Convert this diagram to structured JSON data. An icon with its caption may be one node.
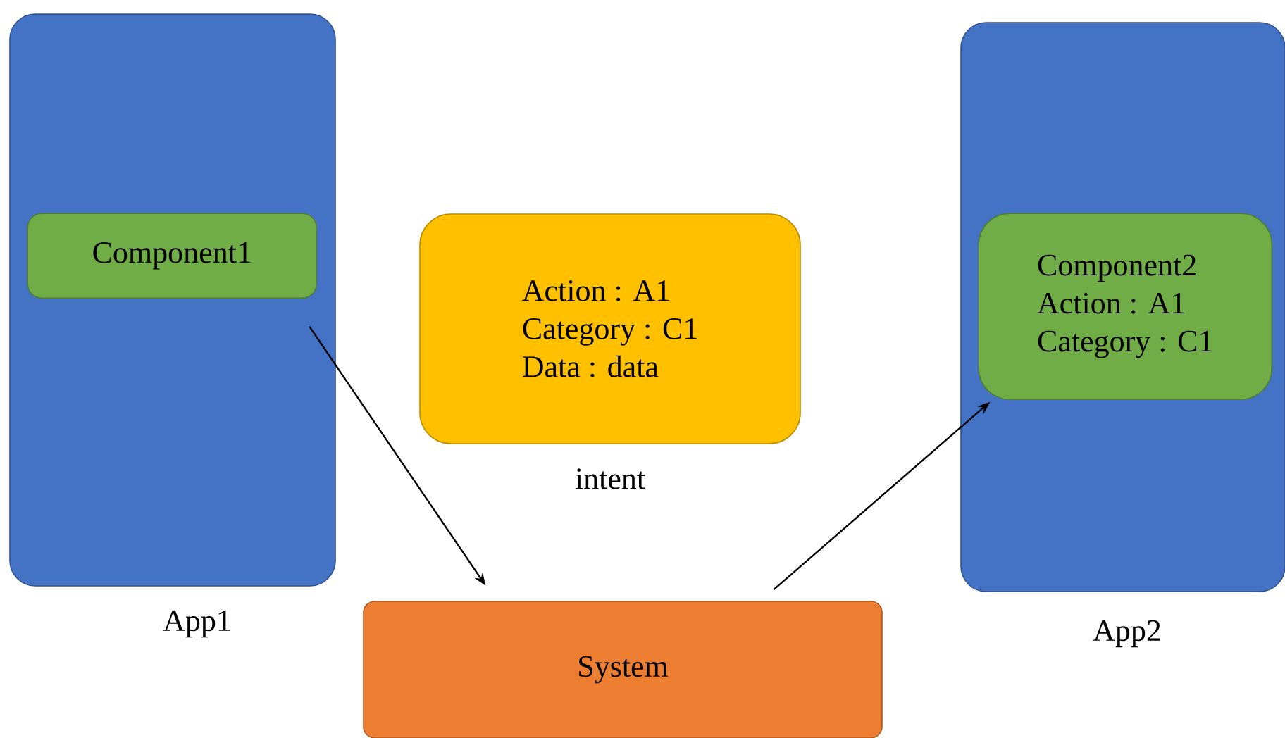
{
  "diagram": {
    "nodes": [
      {
        "text": [],
        "shape": "box",
        "beside": [
          "App1"
        ]
      },
      {
        "text": [
          "Component1"
        ],
        "in": 0
      },
      {
        "text": [
          "Action : A1",
          "Category : C1",
          "Data : data"
        ],
        "beside": [
          "intent"
        ]
      },
      {
        "text": [],
        "shape": "box",
        "beside": [
          "App2"
        ]
      },
      {
        "text": [
          "Component2",
          "Action : A1",
          "Category : C1"
        ],
        "in": 3
      },
      {
        "text": [
          "System"
        ]
      }
    ],
    "edges": [
      {
        "from": 1,
        "to": 5,
        "arrow": "to"
      },
      {
        "from": 5,
        "to": 4,
        "arrow": "to"
      }
    ]
  }
}
